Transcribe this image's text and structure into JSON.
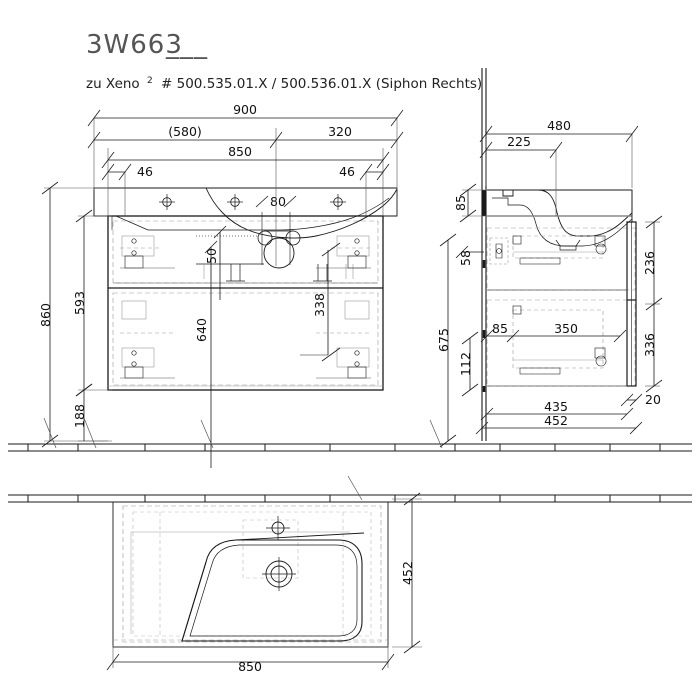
{
  "sheet": {
    "title": "3W663",
    "title_underscore": "___",
    "subtitle_prefix": "zu Xeno",
    "subtitle_sup": "2",
    "subtitle_rest": "# 500.535.01.X / 500.536.01.X  (Siphon Rechts)",
    "background": "#ffffff",
    "line_color": "#1a1a1a",
    "thin_color": "#555555",
    "hidden_color": "#9a9a9a",
    "title_color": "#555555"
  },
  "front_view": {
    "name": "front-elevation",
    "dimensions": {
      "overall_width": "900",
      "basin_left_offset": "(580)",
      "basin_right_offset": "320",
      "cabinet_width": "850",
      "left_inset": "46",
      "right_inset": "46",
      "tap_hole_spacing": "80",
      "overall_height": "860",
      "cabinet_height": "593",
      "floor_clearance": "188",
      "lower_drawer_width": "640",
      "upper_drawer_height": "338",
      "siphon_offset": "50"
    }
  },
  "side_view": {
    "name": "side-elevation",
    "dimensions": {
      "overall_depth": "480",
      "basin_front_depth": "225",
      "basin_top_height": "85",
      "wall_bracket_offset": "58",
      "upper_drawer_height": "236",
      "lower_drawer_height": "336",
      "drawer_inner_depth": "350",
      "drawer_rear_offset": "85",
      "lower_rear_offset": "112",
      "height_to_floor": "675",
      "front_panel_thickness": "20",
      "cabinet_depth": "435",
      "total_depth": "452"
    }
  },
  "plan_view": {
    "name": "plan-view",
    "dimensions": {
      "width": "850",
      "depth": "452"
    }
  }
}
